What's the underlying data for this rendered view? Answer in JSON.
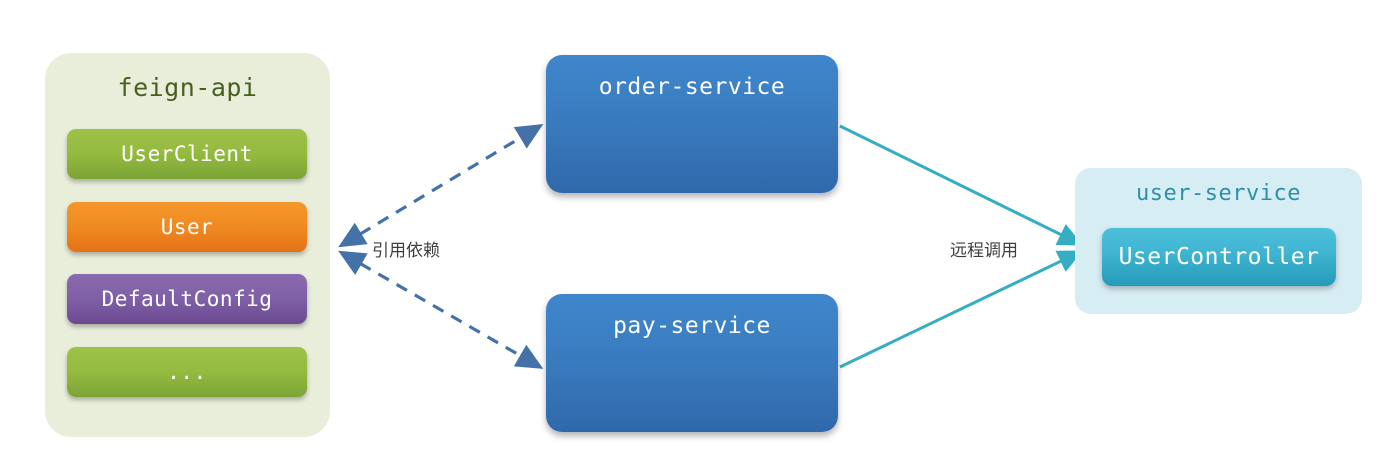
{
  "diagram": {
    "title": "feign-api shared dependency and remote invocation diagram",
    "colors": {
      "panel_green": "#e9eedb",
      "panel_cyan": "#d7edf4",
      "chip_green": "#94ba3f",
      "chip_orange": "#ef8a22",
      "chip_purple": "#7f5fa5",
      "service_blue": "#3b7dc1",
      "controller_teal": "#3fb4d1",
      "dashed_edge": "#4472a8",
      "solid_edge": "#35aec4"
    }
  },
  "feign_api": {
    "title": "feign-api",
    "components": [
      {
        "label": "UserClient",
        "color": "green"
      },
      {
        "label": "User",
        "color": "orange"
      },
      {
        "label": "DefaultConfig",
        "color": "purple"
      },
      {
        "label": "...",
        "color": "green"
      }
    ]
  },
  "services": [
    {
      "label": "order-service"
    },
    {
      "label": "pay-service"
    }
  ],
  "user_service": {
    "title": "user-service",
    "controller": "UserController"
  },
  "edges": [
    {
      "label": "引用依赖",
      "style": "dashed",
      "color": "#4472a8",
      "from": "feign-api",
      "to": "order-service / pay-service",
      "arrows": "both"
    },
    {
      "label": "远程调用",
      "style": "solid",
      "color": "#35aec4",
      "from": "order-service / pay-service",
      "to": "user-service",
      "arrows": "end"
    }
  ]
}
